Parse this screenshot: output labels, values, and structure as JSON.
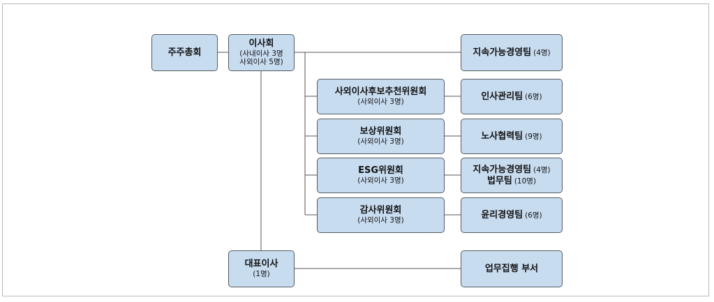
{
  "shareholders": {
    "title": "주주총회"
  },
  "board": {
    "title": "이사회",
    "line1": "(사내이사 3명",
    "line2": "사외이사 5명)"
  },
  "sustainability_team": {
    "title": "지속가능경영팀",
    "count": "(4명)"
  },
  "nomination_committee": {
    "title": "사외이사후보추천위원회",
    "sub": "(사외이사 3명)"
  },
  "hr_team": {
    "title": "인사관리팀",
    "count": "(6명)"
  },
  "compensation_committee": {
    "title": "보상위원회",
    "sub": "(사외이사 3명)"
  },
  "labor_team": {
    "title": "노사협력팀",
    "count": "(9명)"
  },
  "esg_committee": {
    "title": "ESG위원회",
    "sub": "(사외이사 3명)"
  },
  "esg_teams": {
    "team1": "지속가능경영팀",
    "team1_count": "(4명)",
    "team2": "법무팀",
    "team2_count": "(10명)"
  },
  "audit_committee": {
    "title": "감사위원회",
    "sub": "(사외이사 3명)"
  },
  "ethics_team": {
    "title": "윤리경영팀",
    "count": "(6명)"
  },
  "ceo": {
    "title": "대표이사",
    "sub": "(1명)"
  },
  "executive_departments": {
    "title": "업무집행 부서"
  },
  "colors": {
    "box_fill": "#c8dcf0",
    "box_border": "#555a60",
    "line": "#555555",
    "frame": "#b9b9b9"
  }
}
